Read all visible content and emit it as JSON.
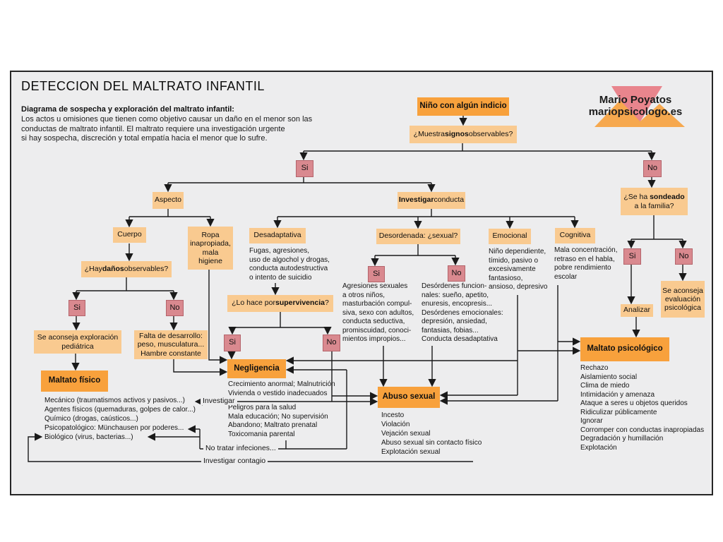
{
  "header": {
    "title": "DETECCION DEL MALTRATO INFANTIL",
    "subtitle": "Diagrama de sospecha y exploración del maltrato infantil:",
    "body_lines": [
      "Los actos u omisiones que tienen como objetivo causar un daño en el menor son las",
      "conductas de maltrato infantil. El maltrato requiere una investigación urgente",
      "si hay sospecha, discreción y total empatía hacia el menor que lo sufre."
    ]
  },
  "logo": {
    "line1": "Mario Poyatos",
    "line2": "mariopsicologo.es"
  },
  "colors": {
    "panel_bg": "#ededee",
    "header_orange": "#f8a13c",
    "light_orange": "#f9ca90",
    "pink": "#d9898f",
    "line": "#1a1a1a",
    "logo_pink": "#e9858d",
    "logo_orange": "#f6a84e"
  },
  "nodes": {
    "nino": "Niño con algún indicio",
    "signos": {
      "pre": "¿Muestra ",
      "bold": "signos",
      "post": " observables?"
    },
    "si": "Si",
    "no": "No",
    "aspecto": "Aspecto",
    "investigar_conducta": {
      "bold": "Investigar",
      "post": " conducta"
    },
    "cuerpo": "Cuerpo",
    "ropa": {
      "lines": [
        "Ropa",
        "inapropiada,",
        "mala",
        "higiene"
      ]
    },
    "desadaptativa": "Desadaptativa",
    "desordenada": "Desordenada: ¿sexual?",
    "emocional": "Emocional",
    "cognitiva": "Cognitiva",
    "danos": {
      "pre": "¿Hay ",
      "bold": "daños",
      "post": " observables?"
    },
    "sondeado": {
      "pre": "¿Se ha ",
      "bold": "sondeado",
      "line2": "a la familia?"
    },
    "pediatrica": {
      "lines": [
        "Se aconseja exploración",
        "pediátrica"
      ]
    },
    "falta": {
      "lines": [
        "Falta de desarrollo:",
        "peso, musculatura...",
        "Hambre constante"
      ]
    },
    "maltrato_fisico": "Maltato físico",
    "supervivencia": {
      "pre": "¿Lo hace por ",
      "bold": "supervivencia",
      "post": "?"
    },
    "negligencia": "Negligencia",
    "abuso_sexual": "Abuso sexual",
    "maltrato_psicologico": "Maltato psicológico",
    "analizar": "Analizar",
    "evaluacion": {
      "lines": [
        "Se aconseja",
        "evaluación",
        "psicológica"
      ]
    }
  },
  "labels": {
    "investigar": "Investigar",
    "no_tratar": "No tratar infeciones...",
    "contagio": "Investigar contagio"
  },
  "blocks": {
    "desadaptativa_text": {
      "lines": [
        "Fugas, agresiones,",
        "uso de algochol y drogas,",
        "conducta autodestructiva",
        "o intento de suicidio"
      ]
    },
    "sexual_si": {
      "lines": [
        "Agresiones sexuales",
        "a otros niños,",
        "masturbación compul-",
        "siva, sexo con adultos,",
        "conducta seductiva,",
        "promiscuidad, conoci-",
        "mientos impropios..."
      ]
    },
    "sexual_no": {
      "lines": [
        "Desórdenes funcion-",
        "nales: sueño, apetito,",
        "enuresis, encopresis...",
        "Desórdenes emocionales:",
        "depresión, ansiedad,",
        "fantasias, fobias...",
        "Conducta desadaptativa"
      ]
    },
    "emocional_text": {
      "lines": [
        "Niño dependiente,",
        "tímido, pasivo o",
        "excesivamente",
        "fantasioso,",
        "ansioso, depresivo"
      ]
    },
    "cognitiva_text": {
      "lines": [
        "Mala concentración,",
        "retraso en el habla,",
        "pobre rendimiento",
        "escolar"
      ]
    },
    "fisico_list": {
      "lines": [
        "Mecánico (traumatismos activos y pasivos...)",
        "Agentes físicos (quemaduras, golpes de calor...)",
        "Químico (drogas, caústicos...)",
        "Psicopatológico: Münchausen por poderes...",
        "Biológico (virus, bacterias...)"
      ]
    },
    "negligencia_a": {
      "lines": [
        "Crecimiento anormal; Malnutrición",
        "Vivienda o vestido inadecuados"
      ]
    },
    "negligencia_b": {
      "lines": [
        "Peligros para la salud",
        "Mala educación; No supervisión",
        "Abandono; Maltrato prenatal",
        "Toxicomania parental"
      ]
    },
    "abuso_list": {
      "lines": [
        "Incesto",
        "Violación",
        "Vejación sexual",
        "Abuso sexual sin contacto físico",
        "Explotación sexual"
      ]
    },
    "psico_list": {
      "lines": [
        "Rechazo",
        "Aislamiento social",
        "Clima de miedo",
        "Intimidación y amenaza",
        "Ataque a seres u objetos queridos",
        "Ridiculizar públicamente",
        "Ignorar",
        "Corromper con conductas inapropiadas",
        "Degradación y humillación",
        "Explotación"
      ]
    }
  }
}
